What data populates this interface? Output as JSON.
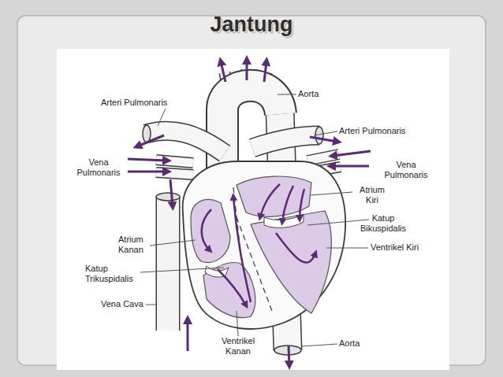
{
  "diagram": {
    "title": "Jantung",
    "labels": [
      "Aorta",
      "Arteri Pulmonaris",
      "Arteri Pulmonaris",
      "Vena Pulmonaris",
      "Vena Pulmonaris",
      "Atrium Kiri",
      "Katup Bikuspidalis",
      "Atrium Kanan",
      "Ventrikel Kiri",
      "Katup Trikuspidalis",
      "Vena Cava",
      "Ventrikel Kanan",
      "Aorta"
    ]
  }
}
